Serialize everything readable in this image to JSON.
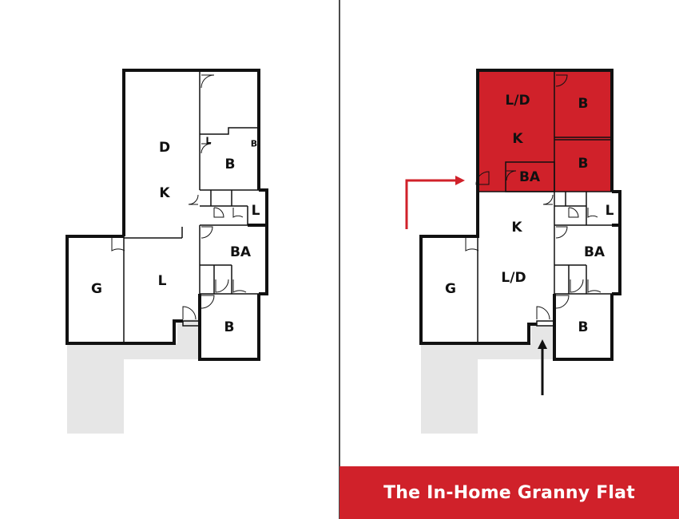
{
  "colors": {
    "highlight": "#d0212a",
    "shade": "#e6e6e6",
    "wall": "#111111"
  },
  "banner": {
    "title": "The In-Home Granny Flat"
  },
  "left_plan": {
    "labels": {
      "dining": "D",
      "kitchen": "K",
      "bed_upper": "B",
      "linen_small_1": "L",
      "linen_small_2": "B",
      "linen": "L",
      "bath": "BA",
      "garage": "G",
      "living": "L",
      "bed_lower": "B"
    }
  },
  "right_plan": {
    "labels": {
      "flat_living": "L/D",
      "flat_kitchen": "K",
      "flat_bath": "BA",
      "flat_bed_1": "B",
      "flat_bed_2": "B",
      "kitchen": "K",
      "living": "L/D",
      "linen": "L",
      "bath": "BA",
      "garage": "G",
      "bed": "B"
    }
  },
  "icons": {
    "entry_arrow": "arrow-up-icon",
    "flat_arrow": "arrow-right-icon"
  }
}
